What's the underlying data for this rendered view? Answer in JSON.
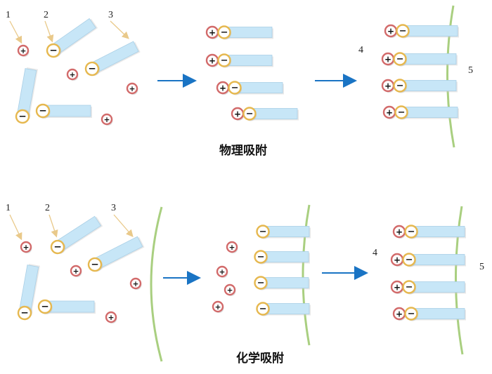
{
  "colors": {
    "tail": "#c7e6f7",
    "tail_edge": "#a9cfe6",
    "cation": "#d26a6a",
    "anion_head": "#e6b84f",
    "surface": "#a9cf80",
    "arrow": "#1a74c4",
    "pointer": "#e9c98a"
  },
  "labels": {
    "l1": "1",
    "l2": "2",
    "l3": "3",
    "l4": "4",
    "l5": "5"
  },
  "symbols": {
    "plus": "+",
    "minus": "−"
  },
  "panels": [
    {
      "name": "physical",
      "caption": "物理吸附"
    },
    {
      "name": "chemical",
      "caption": "化学吸附"
    }
  ]
}
